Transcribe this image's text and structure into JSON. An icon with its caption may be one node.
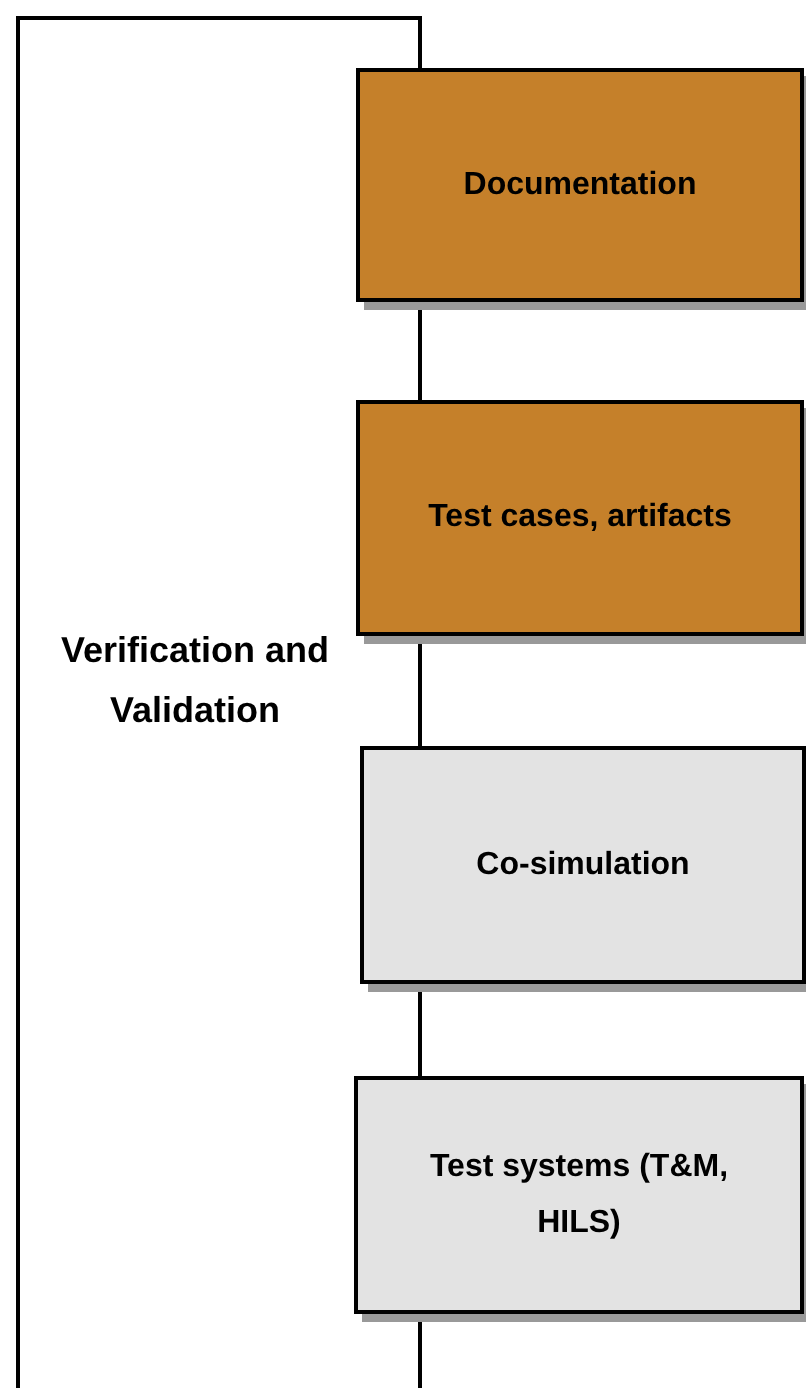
{
  "diagram": {
    "nodes": [
      {
        "text": [
          "Verification and Validation"
        ]
      },
      {
        "text": [
          "Documentation"
        ]
      },
      {
        "text": [
          "Test cases, artifacts"
        ]
      },
      {
        "text": [
          "Co-simulation"
        ]
      },
      {
        "text": [
          "Test systems (T&M, HILS)"
        ]
      }
    ]
  }
}
